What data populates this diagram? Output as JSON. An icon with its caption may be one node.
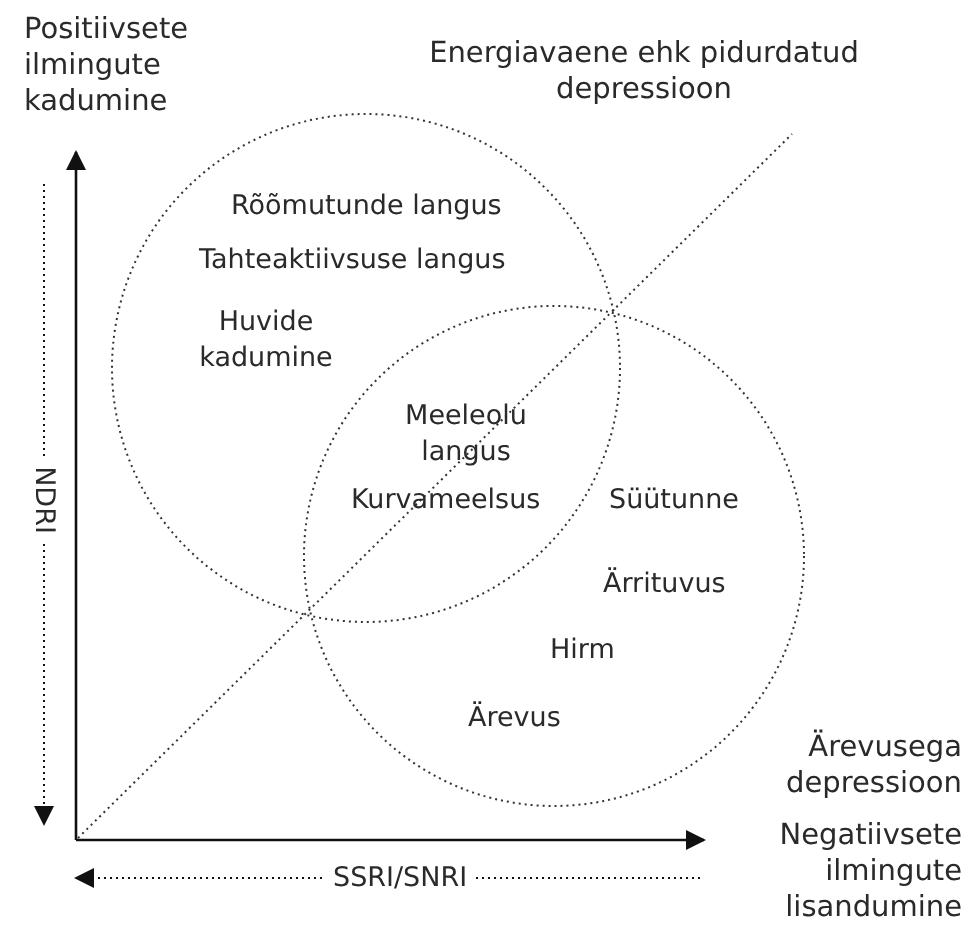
{
  "diagram": {
    "nodes": [
      {
        "text": [
          "Rõõmutunde langus",
          "Tahteaktiivsuse langus",
          "Huvide kadumine"
        ]
      },
      {
        "text": [
          "Süütunne",
          "Ärrituvus",
          "Hirm",
          "Ärevus"
        ]
      }
    ],
    "edges": [],
    "labels": [
      "Positiivsete ilmingute kadumine",
      "Energiavaene ehk pidurdatud depressioon",
      "NDRI",
      "Meeleolu langus",
      "Kurvameelsus",
      "Ärevusega depressioon",
      "Negatiivsete ilmingute lisandumine",
      "SSRI/SNRI"
    ]
  }
}
